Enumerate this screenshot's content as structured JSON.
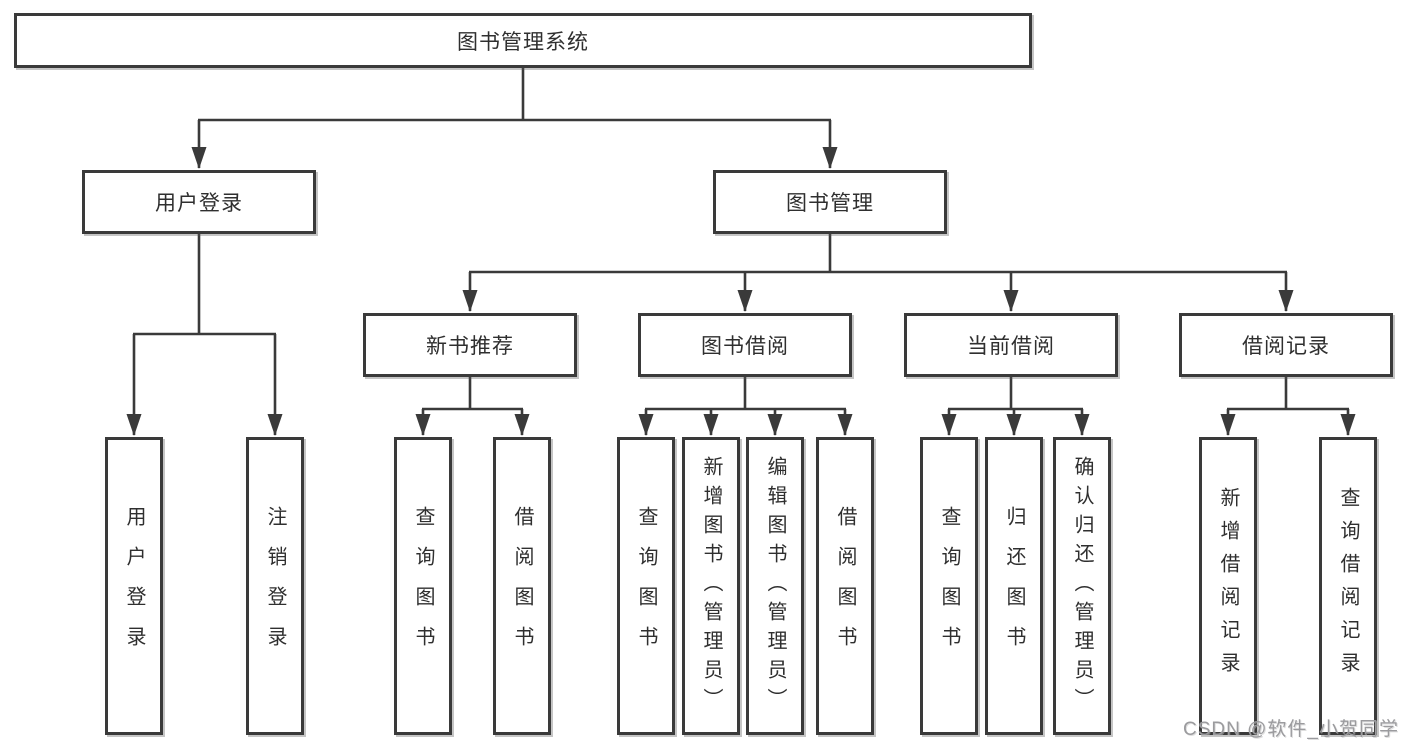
{
  "diagram": {
    "root": {
      "label": "图书管理系统"
    },
    "level2": [
      {
        "label": "用户登录"
      },
      {
        "label": "图书管理"
      }
    ],
    "level3": [
      {
        "label": "新书推荐"
      },
      {
        "label": "图书借阅"
      },
      {
        "label": "当前借阅"
      },
      {
        "label": "借阅记录"
      }
    ],
    "leaves": {
      "login": [
        "用户登录",
        "注销登录"
      ],
      "recommend": [
        "查询图书",
        "借阅图书"
      ],
      "borrow": [
        "查询图书",
        "新增图书（管理员）",
        "编辑图书（管理员）",
        "借阅图书"
      ],
      "current": [
        "查询图书",
        "归还图书",
        "确认归还（管理员）"
      ],
      "records": [
        "新增借阅记录",
        "查询借阅记录"
      ]
    }
  },
  "watermark": "CSDN @软件_小贺同学",
  "colors": {
    "line": "#3a3a3a",
    "box_border": "#3a3a3a",
    "text": "#2f2f2f",
    "watermark": "#9b9b9e",
    "background": "#ffffff"
  }
}
